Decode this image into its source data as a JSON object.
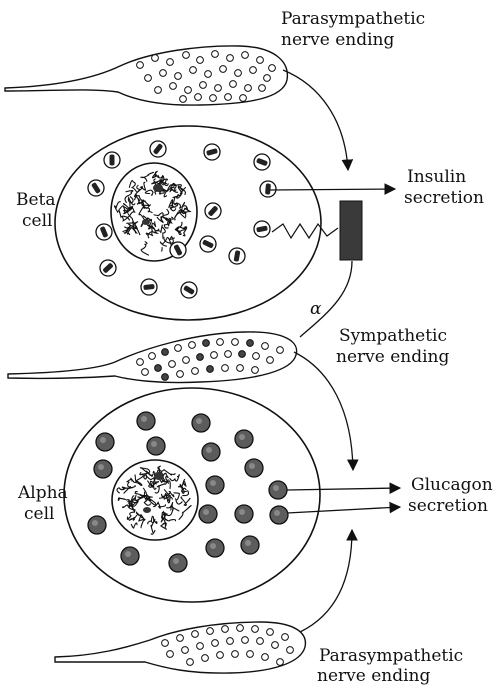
{
  "labels": {
    "parasym_top_1": "Parasympathetic",
    "parasym_top_2": "nerve ending",
    "beta_1": "Beta",
    "beta_2": "cell",
    "insulin_1": "Insulin",
    "insulin_2": "secretion",
    "alpha_symbol": "α",
    "sym_1": "Sympathetic",
    "sym_2": "nerve ending",
    "alpha_1": "Alpha",
    "alpha_2": "cell",
    "glucagon_1": "Glucagon",
    "glucagon_2": "secretion",
    "parasym_bottom_1": "Parasympathetic",
    "parasym_bottom_2": "nerve ending"
  },
  "colors": {
    "ink": "#111111",
    "receptor_fill": "#3a3a3a",
    "alpha_granule": "#5c5c5c",
    "background": "#ffffff"
  }
}
